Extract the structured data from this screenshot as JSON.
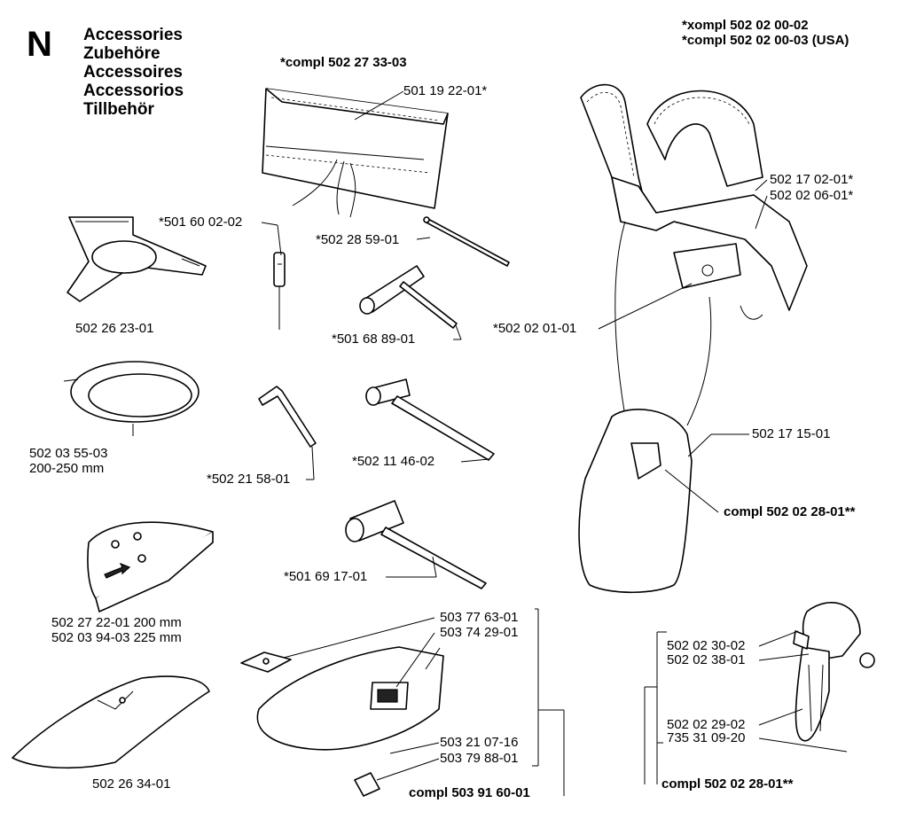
{
  "header": {
    "section_letter": "N",
    "titles": [
      "Accessories",
      "Zubehöre",
      "Accessoires",
      "Accessorios",
      "Tillbehör"
    ]
  },
  "harness_compl": [
    "*xompl 502 02 00-02",
    "*compl 502 02 00-03 (USA)"
  ],
  "bag_compl": "*compl 502 27 33-03",
  "parts": {
    "tool_bag": "501 19 22-01*",
    "pin": "*501 60 02-02",
    "rod": "*502 28 59-01",
    "tbox_small": "*501 68 89-01",
    "allen_key": "*502 21 58-01",
    "tbox_medium": "*502 11 46-02",
    "plug_spanner": "*501 69 17-01",
    "three_blade": "502 26 23-01",
    "guard_ring": [
      "502 03 55-03",
      "200-250 mm"
    ],
    "blade_guard": [
      "502 27 22-01 200 mm",
      "502 03 94-03 225 mm"
    ],
    "cover_guard": "502 26 34-01",
    "strap_a": "502 17 02-01*",
    "strap_b": "502 02 06-01*",
    "harness_plate": "*502 02 01-01",
    "hip_pad": "502 17 15-01",
    "hook_compl_mid": "compl 502 02 28-01**",
    "guard_plate": "503 77 63-01",
    "guard_label": "503 74 29-01",
    "guard_screw": "503 21 07-16",
    "guard_clip": "503 79 88-01",
    "guard_compl": "compl 503 91 60-01",
    "hook_a": "502 02 30-02",
    "hook_b": "502 02 38-01",
    "hook_c": "502 02 29-02",
    "hook_d": "735 31 09-20",
    "hook_compl_bottom": "compl 502 02 28-01**"
  }
}
